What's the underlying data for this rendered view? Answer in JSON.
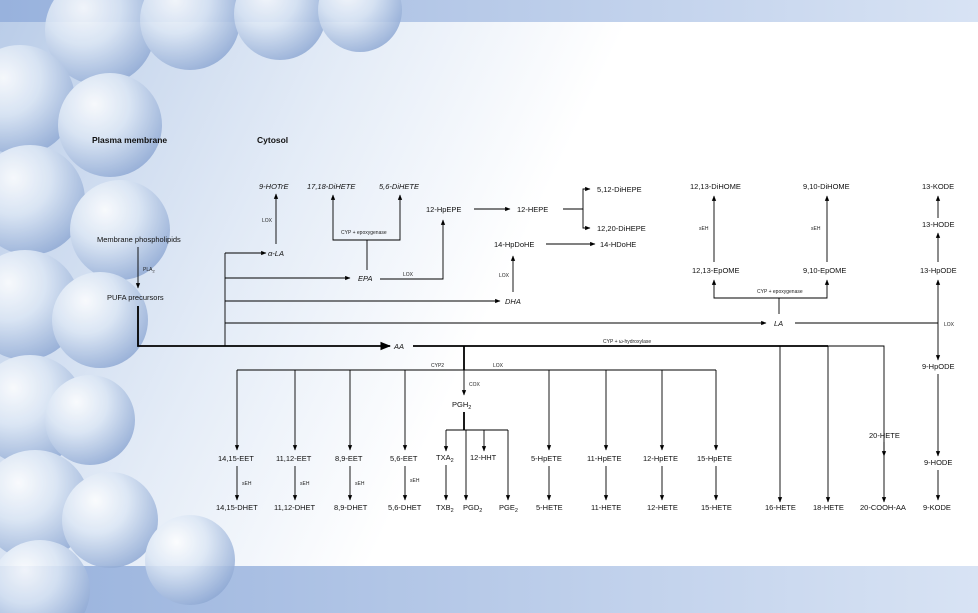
{
  "sections": {
    "membrane": "Plasma membrane",
    "cytosol": "Cytosol"
  },
  "left": {
    "phospholipids": "Membrane phospholipids",
    "pla2": "PLA",
    "pla2_sub": "2",
    "pufa": "PUFA precursors"
  },
  "ala": {
    "name": "α-LA",
    "lox": "LOX",
    "hotre": "9-HOTrE"
  },
  "epa": {
    "name": "EPA",
    "diHete1718": "17,18-DiHETE",
    "diHete56": "5,6-DiHETE",
    "cyp": "CYP + epoxygenase",
    "lox": "LOX",
    "hpepe12": "12-HpEPE",
    "hepe12": "12-HEPE",
    "dihepe512": "5,12-DiHEPE",
    "dihepe1220": "12,20-DiHEPE"
  },
  "dha": {
    "name": "DHA",
    "lox": "LOX",
    "hpdohe": "14-HpDoHE",
    "hdohe": "14-HDoHE"
  },
  "la": {
    "name": "LA",
    "cyp": "CYP + epoxygenase",
    "seh1": "sEH",
    "seh2": "sEH",
    "epome1213": "12,13-EpOME",
    "epome910": "9,10-EpOME",
    "dihome1213": "12,13-DiHOME",
    "dihome910": "9,10-DiHOME",
    "kode13": "13-KODE",
    "hode13": "13-HODE",
    "hpode13": "13-HpODE",
    "lox": "LOX",
    "hpode9": "9-HpODE",
    "hode9": "9-HODE",
    "kode9": "9-KODE"
  },
  "aa": {
    "name": "AA",
    "cyp_omega": "CYP + ω-hydroxylase",
    "cyp2": "CYP2",
    "lox": "LOX",
    "cox": "COX",
    "pgh2": "PGH",
    "pgh2_sub": "2",
    "eets": [
      {
        "eet": "14,15-EET",
        "seh": "sEH",
        "dhet": "14,15-DHET"
      },
      {
        "eet": "11,12-EET",
        "seh": "sEH",
        "dhet": "11,12-DHET"
      },
      {
        "eet": "8,9-EET",
        "seh": "sEH",
        "dhet": "8,9-DHET"
      },
      {
        "eet": "5,6-EET",
        "seh": "sEH",
        "dhet": "5,6-DHET"
      }
    ],
    "txa2": "TXA",
    "txa2_sub": "2",
    "txb2": "TXB",
    "txb2_sub": "2",
    "hht12": "12-HHT",
    "pgd2": "PGD",
    "pgd2_sub": "2",
    "pge2": "PGE",
    "pge2_sub": "2",
    "hetes": [
      {
        "hp": "5-HpETE",
        "hete": "5-HETE"
      },
      {
        "hp": "11-HpETE",
        "hete": "11-HETE"
      },
      {
        "hp": "12-HpETE",
        "hete": "12-HETE"
      },
      {
        "hp": "15-HpETE",
        "hete": "15-HETE"
      }
    ],
    "hete16": "16-HETE",
    "hete18": "18-HETE",
    "hete20": "20-HETE",
    "cooh20": "20-COOH-AA"
  }
}
